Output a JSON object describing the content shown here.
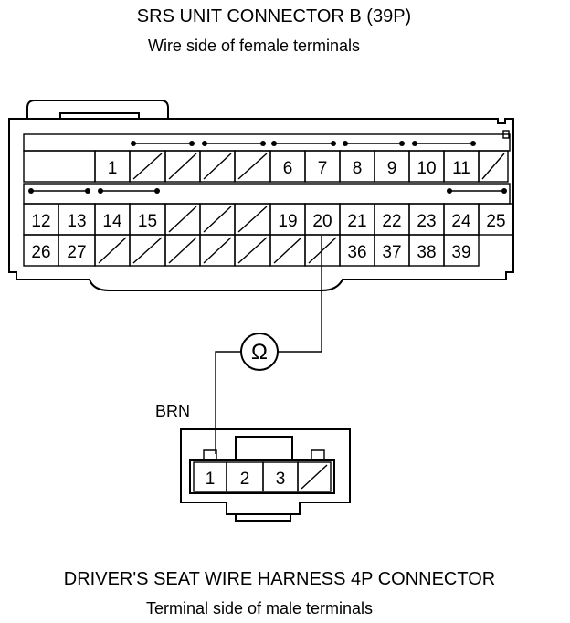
{
  "top_connector": {
    "title": "SRS UNIT CONNECTOR B (39P)",
    "subtitle": "Wire side of female terminals",
    "rows": [
      [
        null,
        "1",
        null,
        null,
        null,
        null,
        "6",
        "7",
        "8",
        "9",
        "10",
        "11",
        null
      ],
      [
        "12",
        "13",
        "14",
        "15",
        null,
        null,
        null,
        "19",
        "20",
        "21",
        "22",
        "23",
        "24",
        "25"
      ],
      [
        "26",
        "27",
        null,
        null,
        null,
        null,
        null,
        null,
        null,
        "36",
        "37",
        "38",
        "39"
      ]
    ]
  },
  "meter_symbol": "Ω",
  "wire_color": "BRN",
  "bottom_connector": {
    "title": "DRIVER'S SEAT WIRE HARNESS 4P CONNECTOR",
    "subtitle": "Terminal side of male terminals",
    "pins": [
      "1",
      "2",
      "3",
      null
    ]
  },
  "icons": {
    "meter": "ohmmeter-icon",
    "empty_cavity": "slash-icon",
    "shorting_bar": "shorting-bar-icon"
  }
}
